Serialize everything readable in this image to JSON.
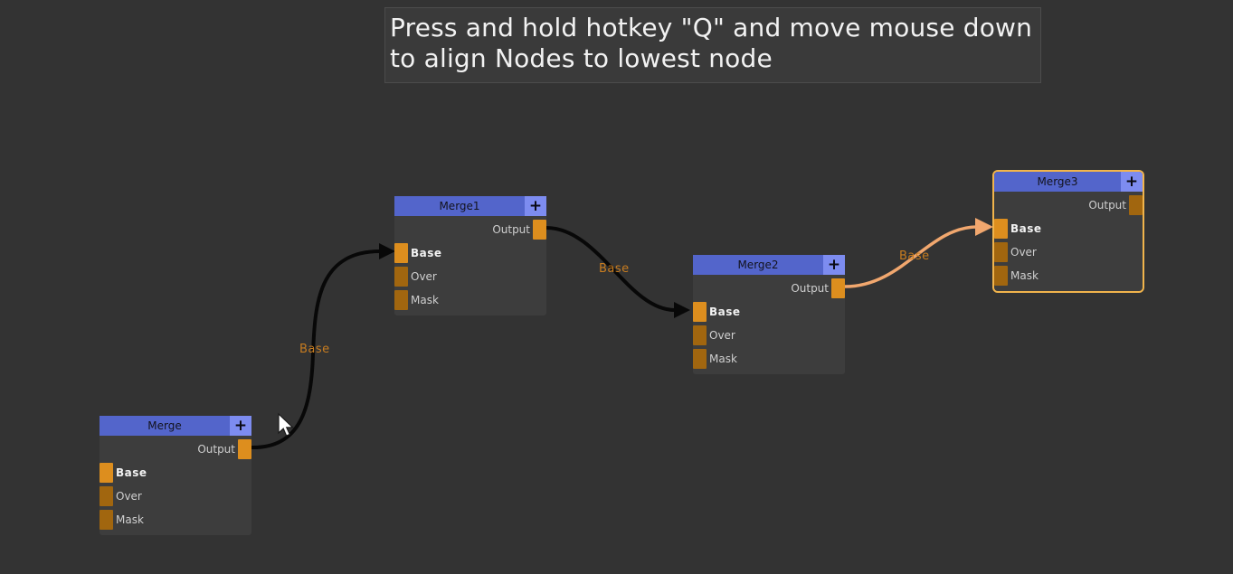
{
  "instruction": {
    "line1": "Press and hold hotkey \"Q\" and move mouse down",
    "line2": "to align Nodes to lowest node"
  },
  "nodes": [
    {
      "title": "Merge",
      "plus_label": "+",
      "output_label": "Output",
      "inputs": [
        "Base",
        "Over",
        "Mask"
      ],
      "selected": false,
      "output_connected": true
    },
    {
      "title": "Merge1",
      "plus_label": "+",
      "output_label": "Output",
      "inputs": [
        "Base",
        "Over",
        "Mask"
      ],
      "selected": false,
      "output_connected": true
    },
    {
      "title": "Merge2",
      "plus_label": "+",
      "output_label": "Output",
      "inputs": [
        "Base",
        "Over",
        "Mask"
      ],
      "selected": false,
      "output_connected": true
    },
    {
      "title": "Merge3",
      "plus_label": "+",
      "output_label": "Output",
      "inputs": [
        "Base",
        "Over",
        "Mask"
      ],
      "selected": true,
      "output_connected": false
    }
  ],
  "connections": [
    {
      "from": "Merge",
      "to": "Merge1",
      "label": "Base",
      "color": "#080808"
    },
    {
      "from": "Merge1",
      "to": "Merge2",
      "label": "Base",
      "color": "#080808"
    },
    {
      "from": "Merge2",
      "to": "Merge3",
      "label": "Base",
      "color": "#f1a76e"
    }
  ],
  "colors": {
    "canvas_bg": "#333333",
    "node_body": "#3d3d3d",
    "node_header": "#5365cb",
    "plus_button": "#7d8cf0",
    "port_bright": "#dd8e1e",
    "port_dark": "#a1660f",
    "selection_border": "#f1b44c",
    "cable_dark": "#080808",
    "cable_orange": "#f1a76e",
    "connection_label": "#c77c20",
    "banner_bg": "#3a3a3a",
    "banner_text": "#f2f2f2"
  },
  "cursor": {
    "type": "arrow"
  }
}
